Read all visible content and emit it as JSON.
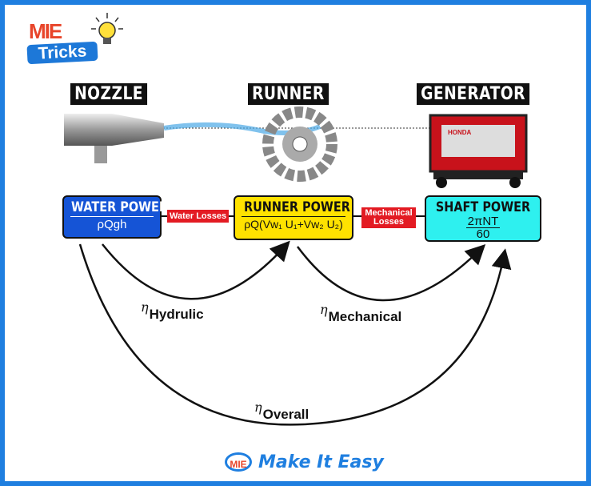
{
  "logo": {
    "top_text": "MIE",
    "bottom_text": "Tricks"
  },
  "stages": {
    "nozzle": "NOZZLE",
    "runner": "RUNNER",
    "generator": "GENERATOR"
  },
  "generator_brand": "HONDA",
  "boxes": {
    "water": {
      "title": "WATER POWER",
      "formula": "ρQgh",
      "color": "#1554d6"
    },
    "runner": {
      "title": "RUNNER POWER",
      "formula": "ρQ(Vw₁ U₁+Vw₂ U₂)",
      "color": "#ffe200"
    },
    "shaft": {
      "title": "SHAFT POWER",
      "numerator": "2πNT",
      "denominator": "60",
      "color": "#2ef0ef"
    }
  },
  "losses": {
    "water": "Water Losses",
    "mechanical_1": "Mechanical",
    "mechanical_2": "Losses"
  },
  "efficiencies": {
    "symbol": "η",
    "hydraulic": "Hydrulic",
    "mechanical": "Mechanical",
    "overall": "Overall"
  },
  "footer": {
    "logo_text": "MIE",
    "text": "Make It Easy"
  },
  "icons": [
    "bulb-icon",
    "nozzle-icon",
    "pelton-runner-icon",
    "generator-icon"
  ]
}
